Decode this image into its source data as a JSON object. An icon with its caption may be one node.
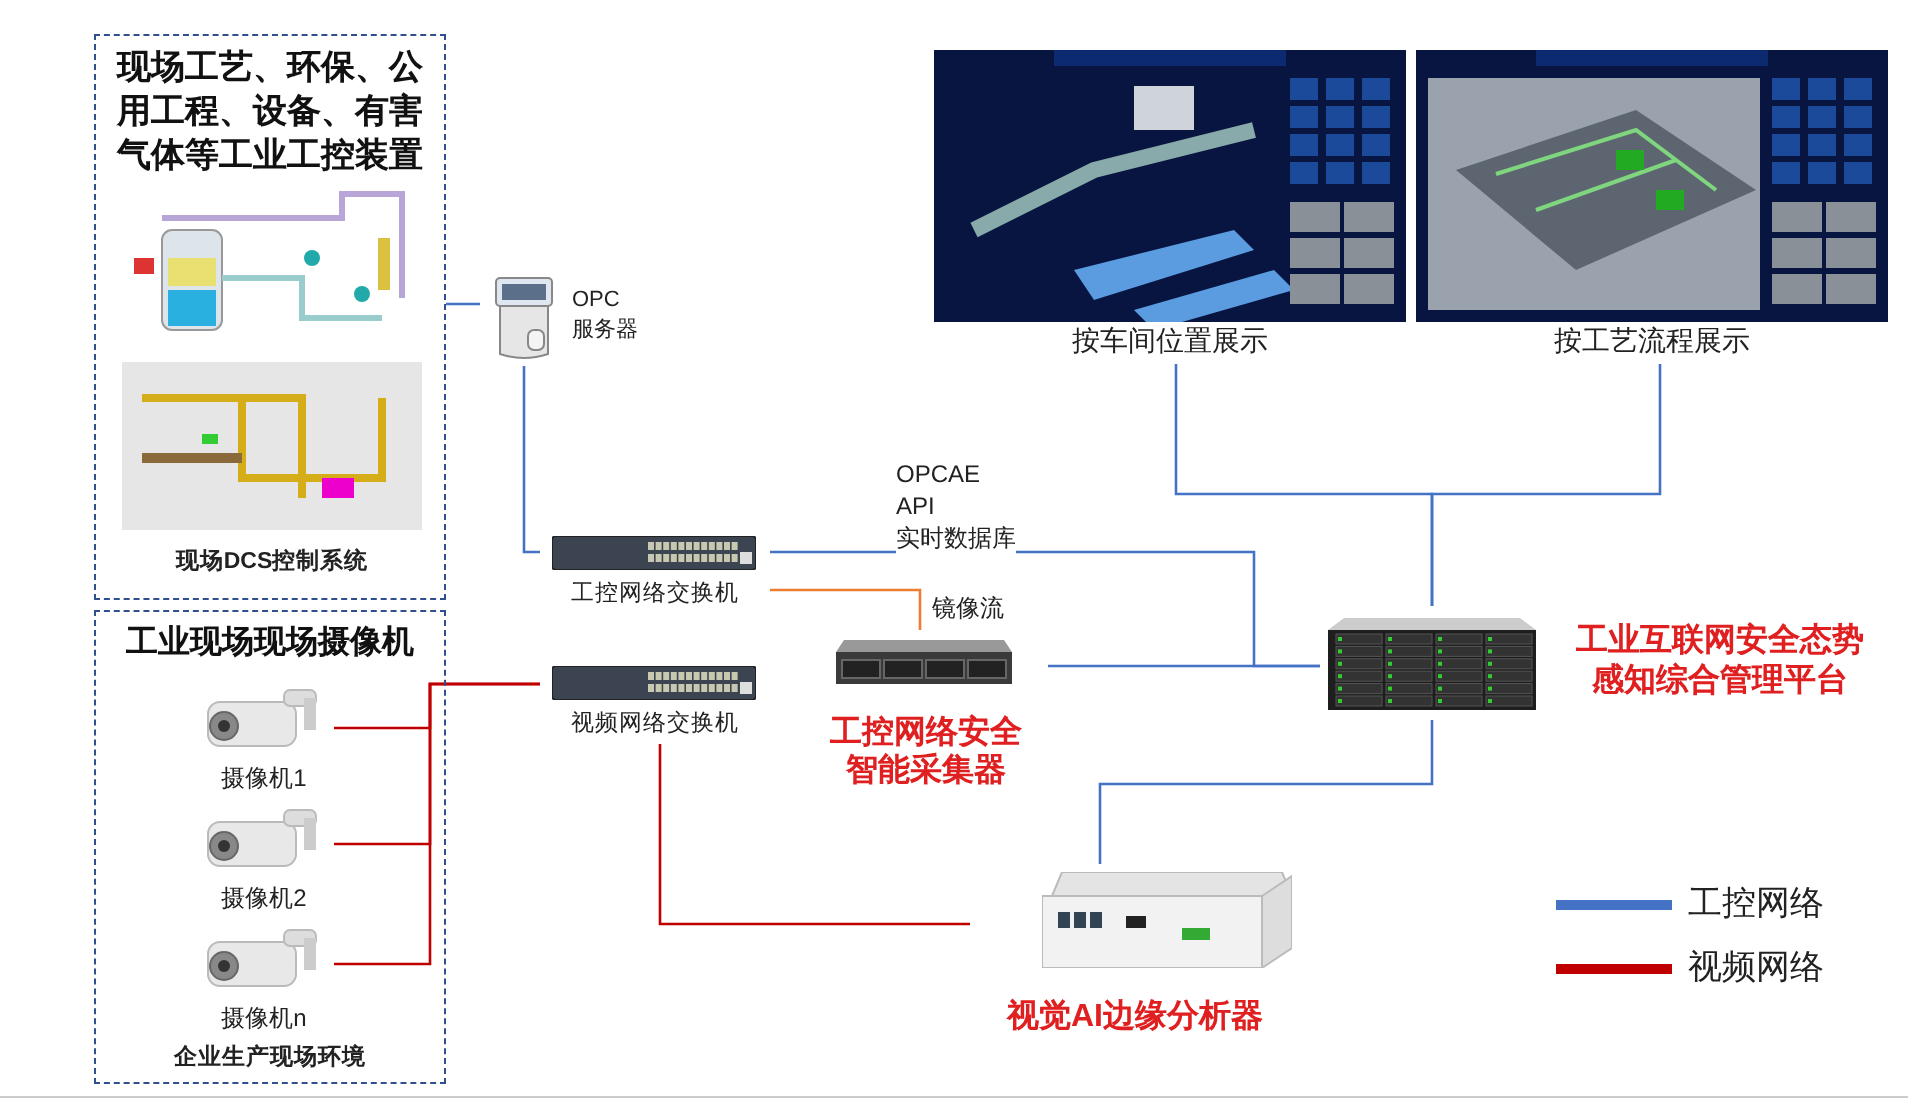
{
  "diagram": {
    "nodes": [
      {
        "text": [
          "现场工艺、环保、公用工程、设备、有害气体等工业工控装置"
        ]
      },
      {
        "text": [
          "现场DCS控制系统"
        ],
        "in": 0
      },
      {
        "text": [
          "工业现场现场摄像机",
          "企业生产现场环境"
        ]
      },
      {
        "text": [
          "摄像机1"
        ],
        "in": 2
      },
      {
        "text": [
          "摄像机2"
        ],
        "in": 2
      },
      {
        "text": [
          "摄像机n"
        ],
        "in": 2
      },
      {
        "text": [
          "OPC 服务器"
        ]
      },
      {
        "text": [
          "工控网络交换机"
        ]
      },
      {
        "text": [
          "视频网络交换机"
        ]
      },
      {
        "text": [
          "工控网络安全智能采集器"
        ]
      },
      {
        "text": [
          "工业互联网安全态势感知综合管理平台"
        ]
      },
      {
        "text": [
          "视觉AI边缘分析器"
        ]
      },
      {
        "text": [
          "按车间位置展示"
        ]
      },
      {
        "text": [
          "按工艺流程展示"
        ]
      }
    ],
    "edges": [
      {
        "from": 0,
        "to": 6,
        "arrow": "none"
      },
      {
        "from": 6,
        "to": 7,
        "arrow": "none"
      },
      {
        "from": 7,
        "to": 10,
        "arrow": "none",
        "label": "OPCAE API 实时数据库"
      },
      {
        "from": 7,
        "to": 9,
        "arrow": "none",
        "label": "镜像流",
        "color": "#ed7d31"
      },
      {
        "from": 9,
        "to": 10,
        "arrow": "none"
      },
      {
        "from": 12,
        "to": 10,
        "arrow": "none"
      },
      {
        "from": 13,
        "to": 10,
        "arrow": "none"
      },
      {
        "from": 10,
        "to": 11,
        "arrow": "none"
      },
      {
        "from": 3,
        "to": 8,
        "arrow": "none",
        "color": "#c00000"
      },
      {
        "from": 4,
        "to": 8,
        "arrow": "none",
        "color": "#c00000"
      },
      {
        "from": 5,
        "to": 8,
        "arrow": "none",
        "color": "#c00000"
      },
      {
        "from": 8,
        "to": 11,
        "arrow": "none",
        "color": "#c00000"
      }
    ],
    "legend": [
      {
        "text": "工控网络",
        "color": "#4472c4"
      },
      {
        "text": "视频网络",
        "color": "#c00000"
      }
    ]
  }
}
